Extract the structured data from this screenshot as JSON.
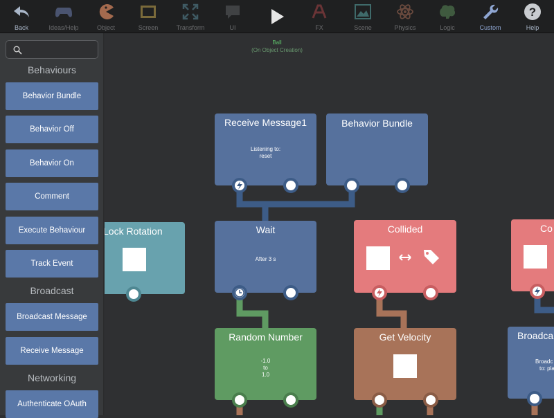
{
  "toolbar": {
    "items": [
      {
        "label": "Back",
        "icon": "back-arrow-icon"
      },
      {
        "label": "Ideas/Help",
        "icon": "gamepad-icon"
      },
      {
        "label": "Object",
        "icon": "pacman-icon"
      },
      {
        "label": "Screen",
        "icon": "screen-icon"
      },
      {
        "label": "Transform",
        "icon": "transform-icon"
      },
      {
        "label": "UI",
        "icon": "speech-bubble-icon"
      },
      {
        "label": "",
        "icon": "play-icon"
      },
      {
        "label": "FX",
        "icon": "fx-icon"
      },
      {
        "label": "Scene",
        "icon": "scene-image-icon"
      },
      {
        "label": "Physics",
        "icon": "atom-icon"
      },
      {
        "label": "Logic",
        "icon": "brain-icon"
      },
      {
        "label": "Custom",
        "icon": "wrench-icon"
      },
      {
        "label": "Help",
        "icon": "question-icon"
      }
    ]
  },
  "sidebar": {
    "search_placeholder": "",
    "sections": [
      {
        "title": "Behaviours",
        "items": [
          "Behavior Bundle",
          "Behavior Off",
          "Behavior On",
          "Comment",
          "Execute Behaviour",
          "Track Event"
        ]
      },
      {
        "title": "Broadcast",
        "items": [
          "Broadcast Message",
          "Receive Message"
        ]
      },
      {
        "title": "Networking",
        "items": [
          "Authenticate OAuth"
        ]
      }
    ]
  },
  "canvas": {
    "object_name": "Ball",
    "object_subtitle": "(On Object Creation)",
    "nodes": {
      "receive_message": {
        "title": "Receive Message1",
        "line1": "Listening to:",
        "line2": "reset"
      },
      "behavior_bundle": {
        "title": "Behavior Bundle"
      },
      "lock_rotation": {
        "title": "Lock Rotation"
      },
      "wait": {
        "title": "Wait",
        "detail": "After 3 s"
      },
      "collided": {
        "title": "Collided"
      },
      "collided_partial": {
        "title": "Co"
      },
      "random_number": {
        "title": "Random Number",
        "line1": "-1.0",
        "line2": "to",
        "line3": "1.0"
      },
      "get_velocity": {
        "title": "Get Velocity"
      },
      "broadcast_partial": {
        "title": "Broadca",
        "line1": "Broadc",
        "line2": "to: pla"
      }
    }
  },
  "colors": {
    "toolbar_bg": "#1f2021",
    "sidebar_bg": "#383a3c",
    "canvas_bg": "#2f3032",
    "behavior_blue": "#56719d",
    "sidebar_button": "#5a78a8",
    "collision_pink": "#e47b7d",
    "physics_teal": "#68a2ae",
    "math_green": "#5f9b62",
    "getter_brown": "#a87359",
    "object_name_green": "#5dbf6a"
  }
}
